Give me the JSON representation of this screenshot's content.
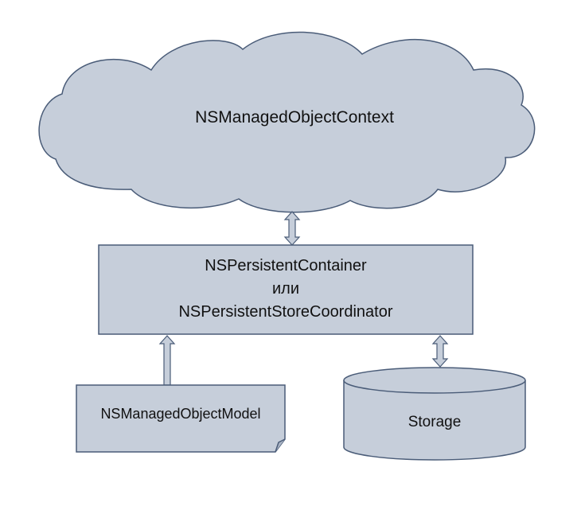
{
  "diagram": {
    "context": {
      "label": "NSManagedObjectContext"
    },
    "container": {
      "line1": "NSPersistentContainer",
      "line2": "или",
      "line3": "NSPersistentStoreCoordinator"
    },
    "model": {
      "label": "NSManagedObjectModel"
    },
    "storage": {
      "label": "Storage"
    }
  },
  "colors": {
    "fill": "#c6ceda",
    "stroke": "#4a5c78",
    "text": "#111111"
  }
}
